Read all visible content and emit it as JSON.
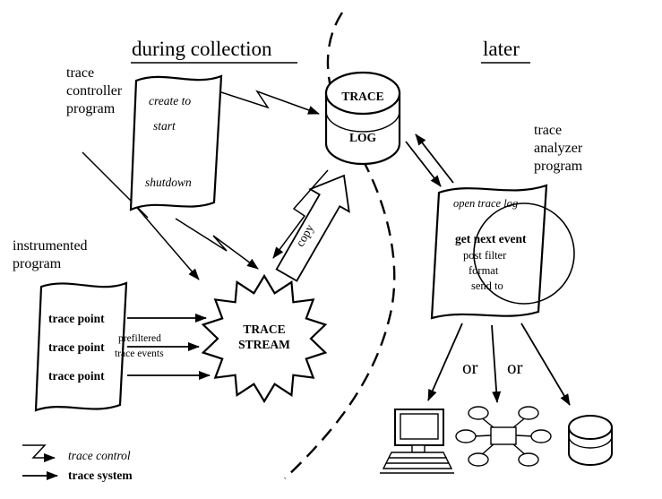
{
  "headers": {
    "during_collection": "during collection",
    "later": "later"
  },
  "trace_controller": {
    "label_lines": [
      "trace",
      "controller",
      "program"
    ],
    "script_lines": [
      "create to",
      "start",
      "shutdown"
    ]
  },
  "trace_log": {
    "lines": [
      "TRACE",
      "LOG"
    ]
  },
  "trace_stream": {
    "lines": [
      "TRACE",
      "STREAM"
    ]
  },
  "instrumented_program": {
    "label_lines": [
      "instrumented",
      "program"
    ],
    "trace_points": [
      "trace point",
      "trace point",
      "trace point"
    ]
  },
  "trace_analyzer": {
    "label_lines": [
      "trace",
      "analyzer",
      "program"
    ],
    "script_lines": [
      "open trace log",
      "get next event",
      "post filter",
      "format",
      "send to"
    ]
  },
  "annotations": {
    "prefiltered_lines": [
      "prefiltered",
      "trace events"
    ],
    "copy_label": "copy",
    "or_left": "or",
    "or_right": "or"
  },
  "legend": {
    "trace_control_label": "trace control",
    "trace_system_label": "trace system"
  },
  "icons": {
    "computer": "computer-terminal-icon",
    "network": "network-diagram-icon",
    "database": "database-cylinder-icon"
  },
  "colors": {
    "ink": "#000000",
    "background": "#ffffff"
  }
}
